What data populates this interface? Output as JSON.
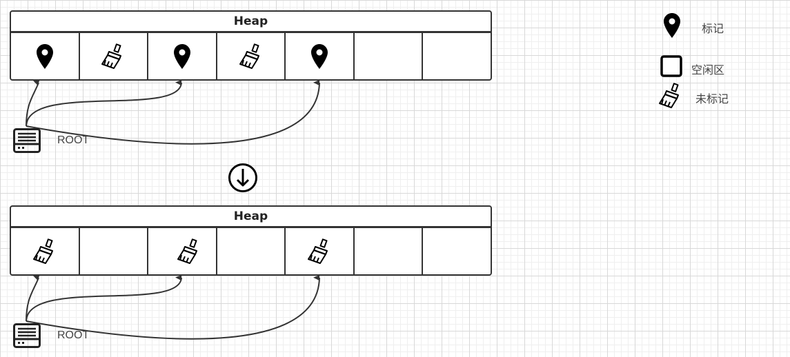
{
  "heaps": [
    {
      "title": "Heap",
      "cells": [
        "marked-pin-icon",
        "broom-icon",
        "marked-pin-icon",
        "broom-icon",
        "marked-pin-icon",
        "empty",
        "empty"
      ],
      "root_label": "ROOT"
    },
    {
      "title": "Heap",
      "cells": [
        "broom-icon",
        "empty",
        "broom-icon",
        "empty",
        "broom-icon",
        "empty",
        "empty"
      ],
      "root_label": "ROOT"
    }
  ],
  "transition_icon": "arrow-down-circle-icon",
  "legend": [
    {
      "icon": "marked-pin-icon",
      "label": "标记"
    },
    {
      "icon": "free-square-icon",
      "label": "空闲区"
    },
    {
      "icon": "broom-icon",
      "label": "未标记"
    }
  ],
  "colors": {
    "stroke": "#333333",
    "icon": "#000000",
    "grid": "#d8d8d8"
  }
}
